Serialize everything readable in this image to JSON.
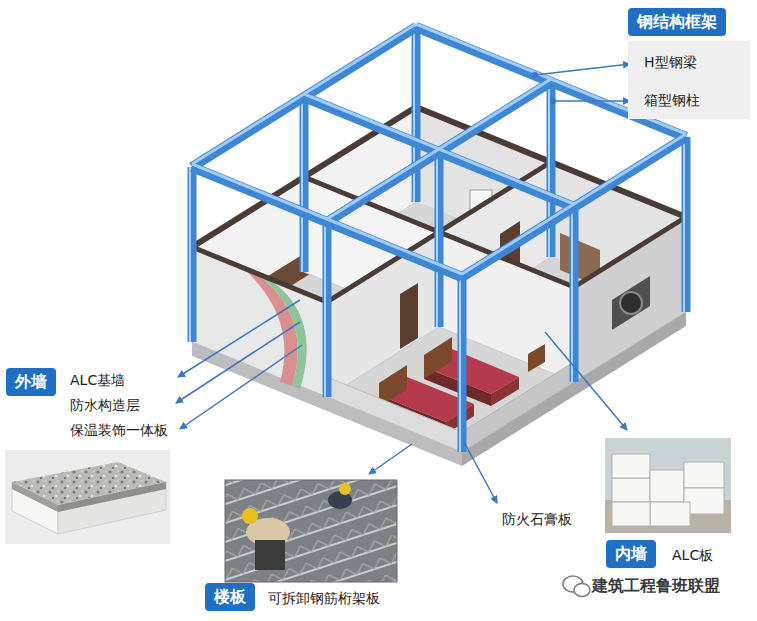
{
  "diagram": {
    "nodes": [
      {
        "text": [
          "钢结构框架"
        ]
      },
      {
        "text": [
          "H型钢梁",
          "箱型钢柱"
        ]
      },
      {
        "text": [
          "外墙"
        ]
      },
      {
        "text": [
          "内墙"
        ]
      },
      {
        "text": [
          "楼板"
        ]
      }
    ],
    "labels": [
      "ALC基墙",
      "防水构造层",
      "保温装饰一体板",
      "防火石膏板",
      "ALC板",
      "可拆卸钢筋桁架板",
      "建筑工程鲁班联盟"
    ]
  }
}
